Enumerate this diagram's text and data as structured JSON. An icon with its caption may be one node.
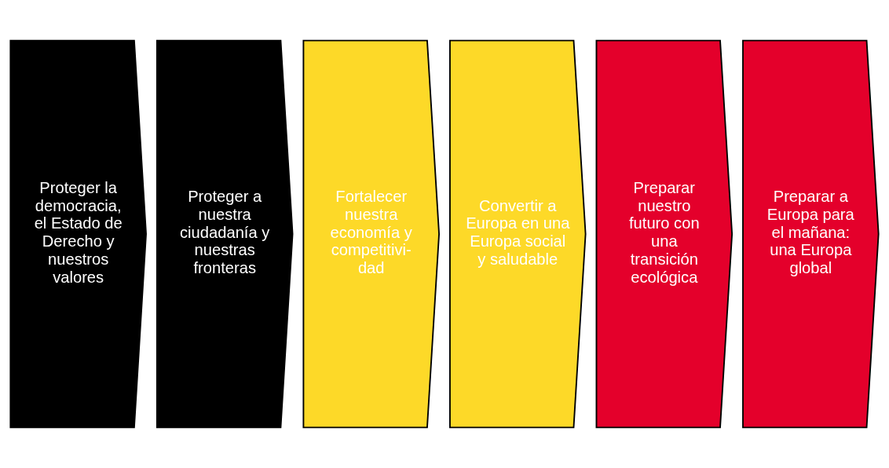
{
  "diagram": {
    "nodes": [
      {
        "text": [
          "Proteger la democracia, el Estado de Derecho y nuestros valores"
        ]
      },
      {
        "text": [
          "Proteger a nuestra ciudadanía y nuestras fronteras"
        ]
      },
      {
        "text": [
          "Fortalecer nuestra economía y competitivi- dad"
        ]
      },
      {
        "text": [
          "Convertir a Europa en una Europa social y saludable"
        ]
      },
      {
        "text": [
          "Preparar nuestro futuro con una transición ecológica"
        ]
      },
      {
        "text": [
          "Preparar a Europa para el mañana: una Europa global"
        ]
      }
    ]
  }
}
